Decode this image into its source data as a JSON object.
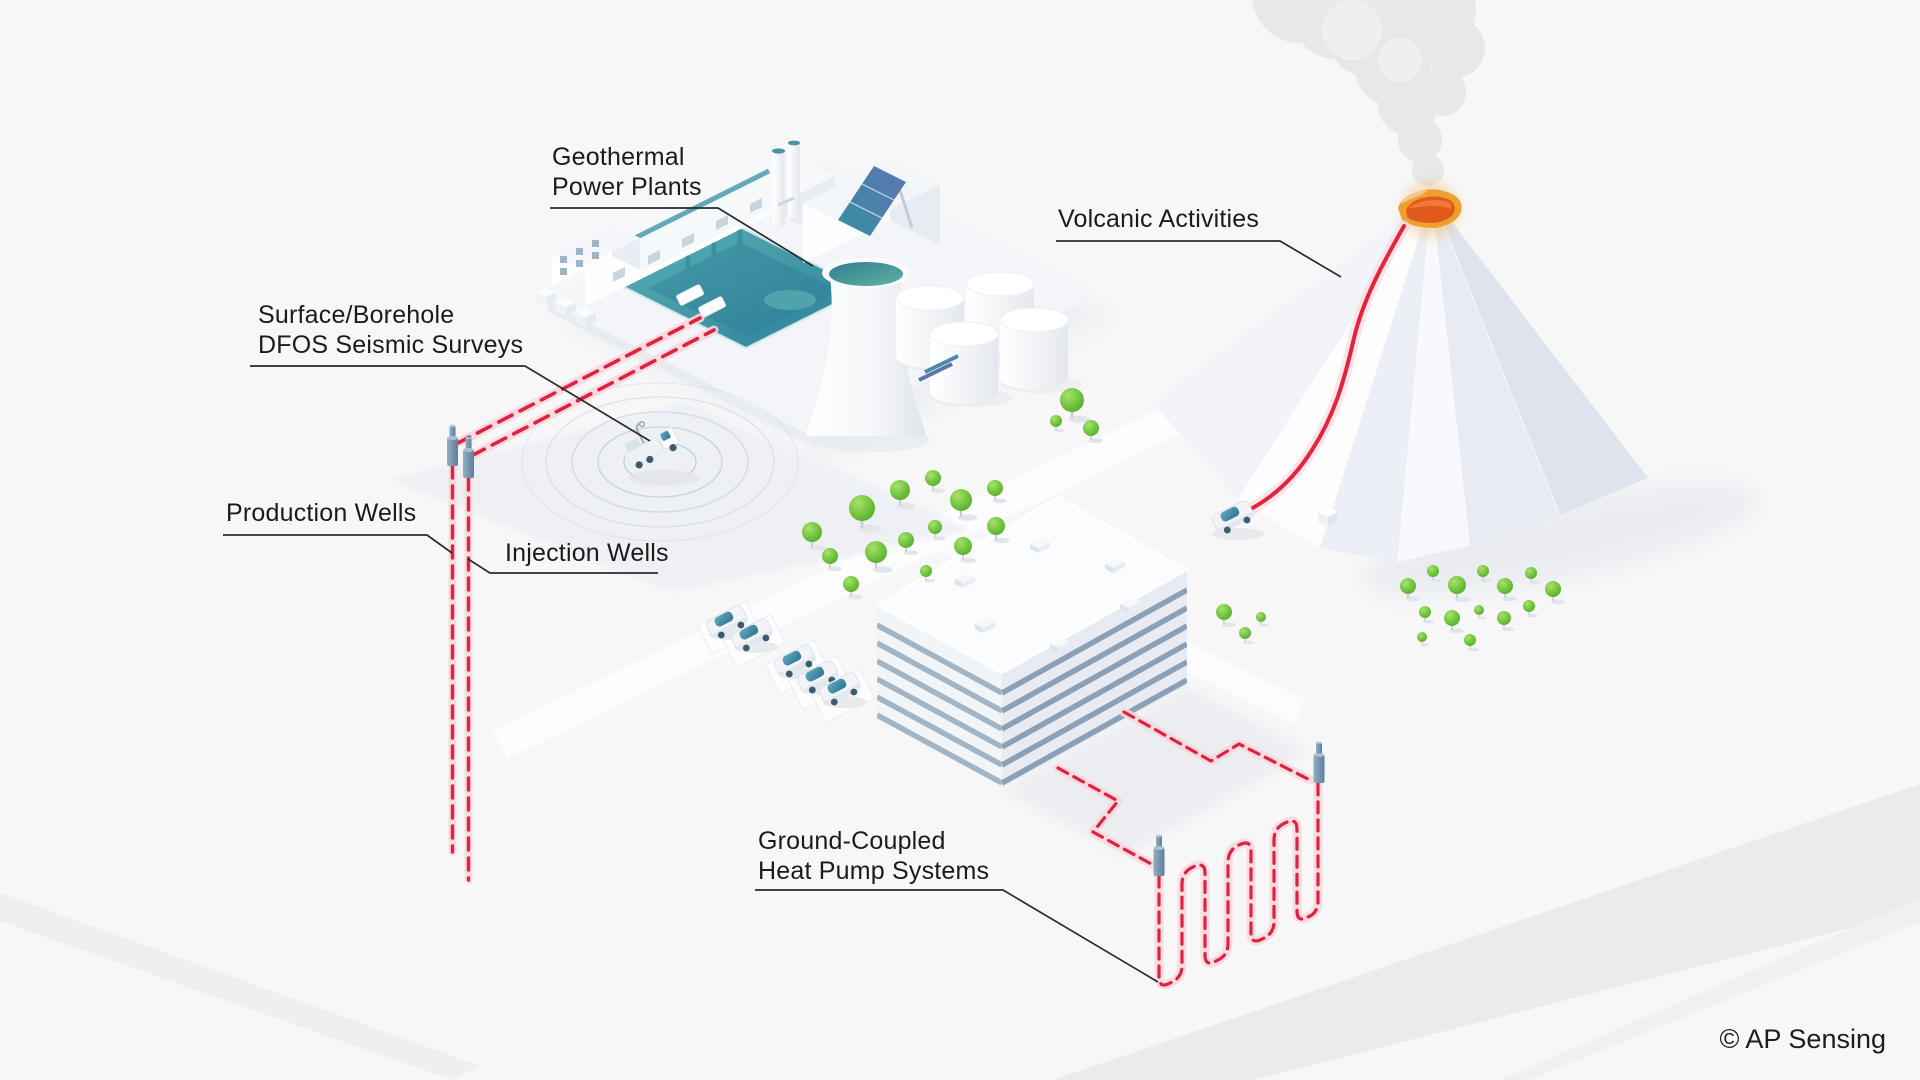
{
  "labels": {
    "geothermal": {
      "line1": "Geothermal",
      "line2": "Power Plants"
    },
    "volcanic": {
      "line1": "Volcanic Activities"
    },
    "dfos": {
      "line1": "Surface/Borehole",
      "line2": "DFOS Seismic Surveys"
    },
    "production": {
      "line1": "Production Wells"
    },
    "injection": {
      "line1": "Injection Wells"
    },
    "heatpump": {
      "line1": "Ground-Coupled",
      "line2": "Heat Pump Systems"
    }
  },
  "footer": {
    "copyright": "© AP Sensing"
  },
  "colors": {
    "background": "#f7f7f8",
    "label_text": "#1b1b1d",
    "leader_line": "#2b2b2b",
    "fiber_red": "#da2440",
    "fiber_halo": "#f8d7de",
    "accent_teal": "#4a98ab",
    "tree_green": "#4ca722",
    "lava_orange": "#e05a1d",
    "crater_rim": "#efa02c",
    "building_stripe": "#8ba0b5",
    "smoke_grey": "#e8e8eb"
  }
}
